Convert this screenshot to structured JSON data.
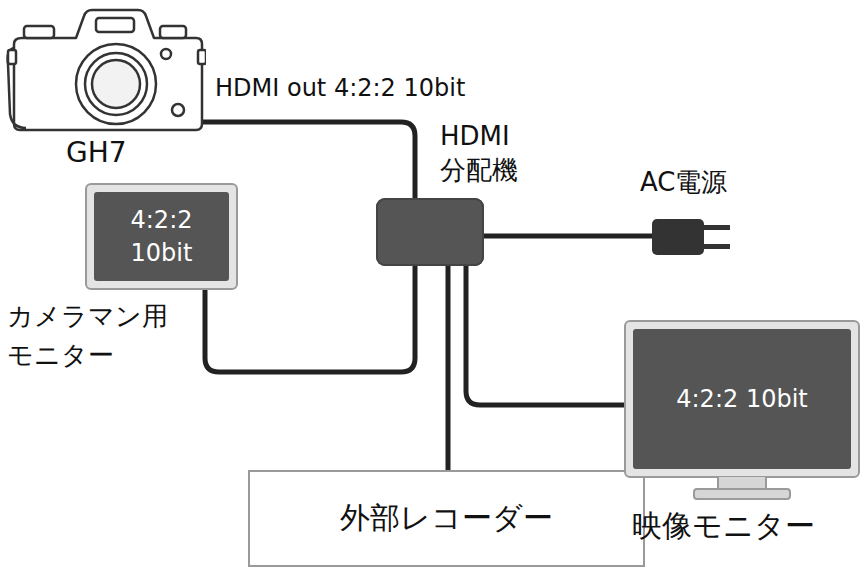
{
  "diagram": {
    "nodes": [
      {
        "text": [
          "GH7"
        ]
      },
      {
        "text": [
          "HDMI 分配機"
        ]
      },
      {
        "text": [
          "AC電源"
        ]
      },
      {
        "text": [
          "4:2:2 10bit",
          "カメラマン用 モニター"
        ]
      },
      {
        "text": [
          "外部レコーダー"
        ]
      },
      {
        "text": [
          "4:2:2 10bit",
          "映像モニター"
        ]
      }
    ],
    "edges": [
      {
        "from": 0,
        "to": 1,
        "arrow": "none",
        "label": "HDMI out 4:2:2 10bit"
      },
      {
        "from": 1,
        "to": 3,
        "arrow": "none"
      },
      {
        "from": 1,
        "to": 2,
        "arrow": "none"
      },
      {
        "from": 1,
        "to": 4,
        "arrow": "none"
      },
      {
        "from": 1,
        "to": 5,
        "arrow": "none"
      }
    ]
  }
}
